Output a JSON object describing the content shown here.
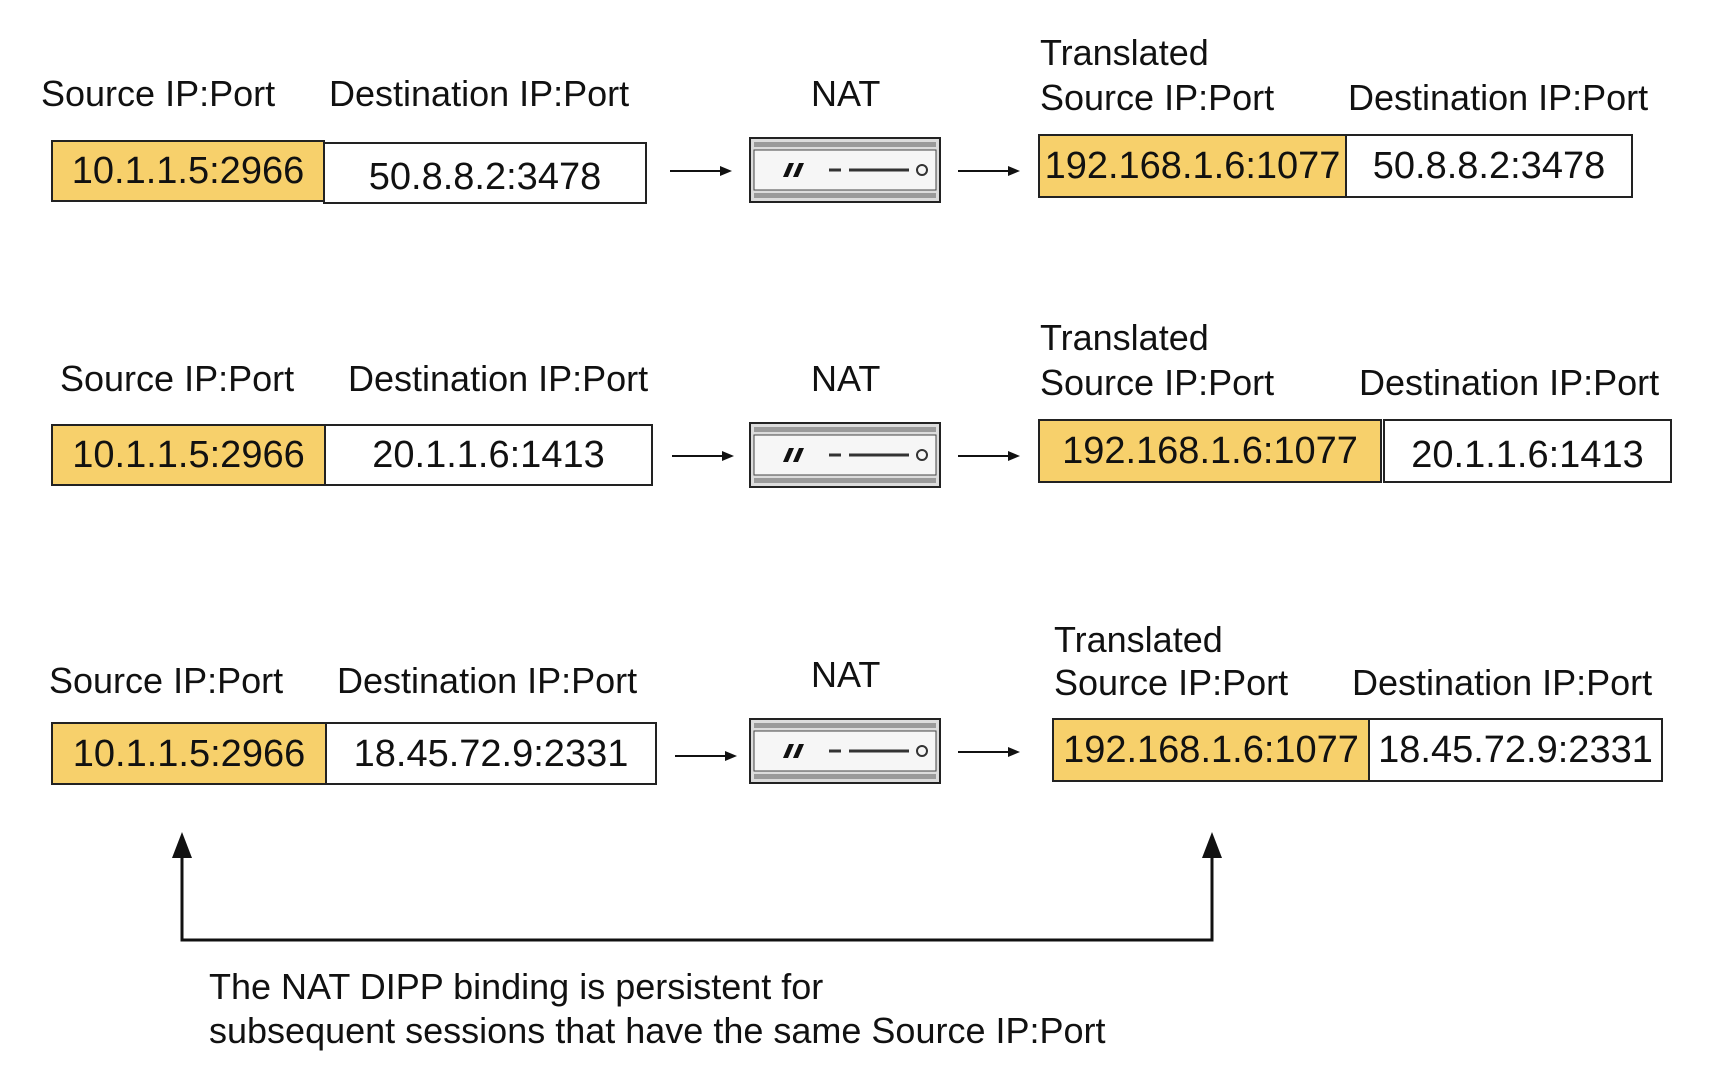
{
  "rows": [
    {
      "source_label": "Source IP:Port",
      "destination_label": "Destination IP:Port",
      "nat_label": "NAT",
      "translated_label": "Translated",
      "translated_source_label": "Source IP:Port",
      "translated_destination_label": "Destination IP:Port",
      "source_value": "10.1.1.5:2966",
      "destination_value": "50.8.8.2:3478",
      "translated_source_value": "192.168.1.6:1077",
      "translated_destination_value": "50.8.8.2:3478"
    },
    {
      "source_label": "Source IP:Port",
      "destination_label": "Destination IP:Port",
      "nat_label": "NAT",
      "translated_label": "Translated",
      "translated_source_label": "Source IP:Port",
      "translated_destination_label": "Destination IP:Port",
      "source_value": "10.1.1.5:2966",
      "destination_value": "20.1.1.6:1413",
      "translated_source_value": "192.168.1.6:1077",
      "translated_destination_value": "20.1.1.6:1413"
    },
    {
      "source_label": "Source IP:Port",
      "destination_label": "Destination IP:Port",
      "nat_label": "NAT",
      "translated_label": "Translated",
      "translated_source_label": "Source IP:Port",
      "translated_destination_label": "Destination IP:Port",
      "source_value": "10.1.1.5:2966",
      "destination_value": "18.45.72.9:2331",
      "translated_source_value": "192.168.1.6:1077",
      "translated_destination_value": "18.45.72.9:2331"
    }
  ],
  "note": {
    "line1": "The NAT DIPP binding is persistent for",
    "line2": "subsequent sessions that have the same Source IP:Port"
  },
  "colors": {
    "highlight": "#f7d06b",
    "border": "#222222",
    "device": "#dcdcdc"
  },
  "icons": {
    "nat_device": "firewall-appliance-icon",
    "flow_arrow": "arrow-right-icon"
  }
}
